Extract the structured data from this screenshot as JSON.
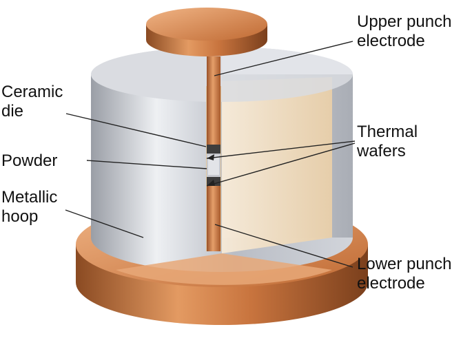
{
  "labels": {
    "upper_punch": [
      "Upper punch",
      "electrode"
    ],
    "ceramic_die": [
      "Ceramic",
      "die"
    ],
    "powder": [
      "Powder"
    ],
    "metallic_hoop": [
      "Metallic",
      "hoop"
    ],
    "thermal_wafers": [
      "Thermal",
      "wafers"
    ],
    "lower_punch": [
      "Lower punch",
      "electrode"
    ]
  },
  "colors": {
    "copper": "#c8743e",
    "copper_light": "#e7a878",
    "copper_dark": "#8a4a22",
    "steel": "#c9ccd3",
    "steel_dark": "#8f939c",
    "die_interior": "#f3e3cc",
    "wafer": "#444444",
    "leader_line": "#222222"
  }
}
